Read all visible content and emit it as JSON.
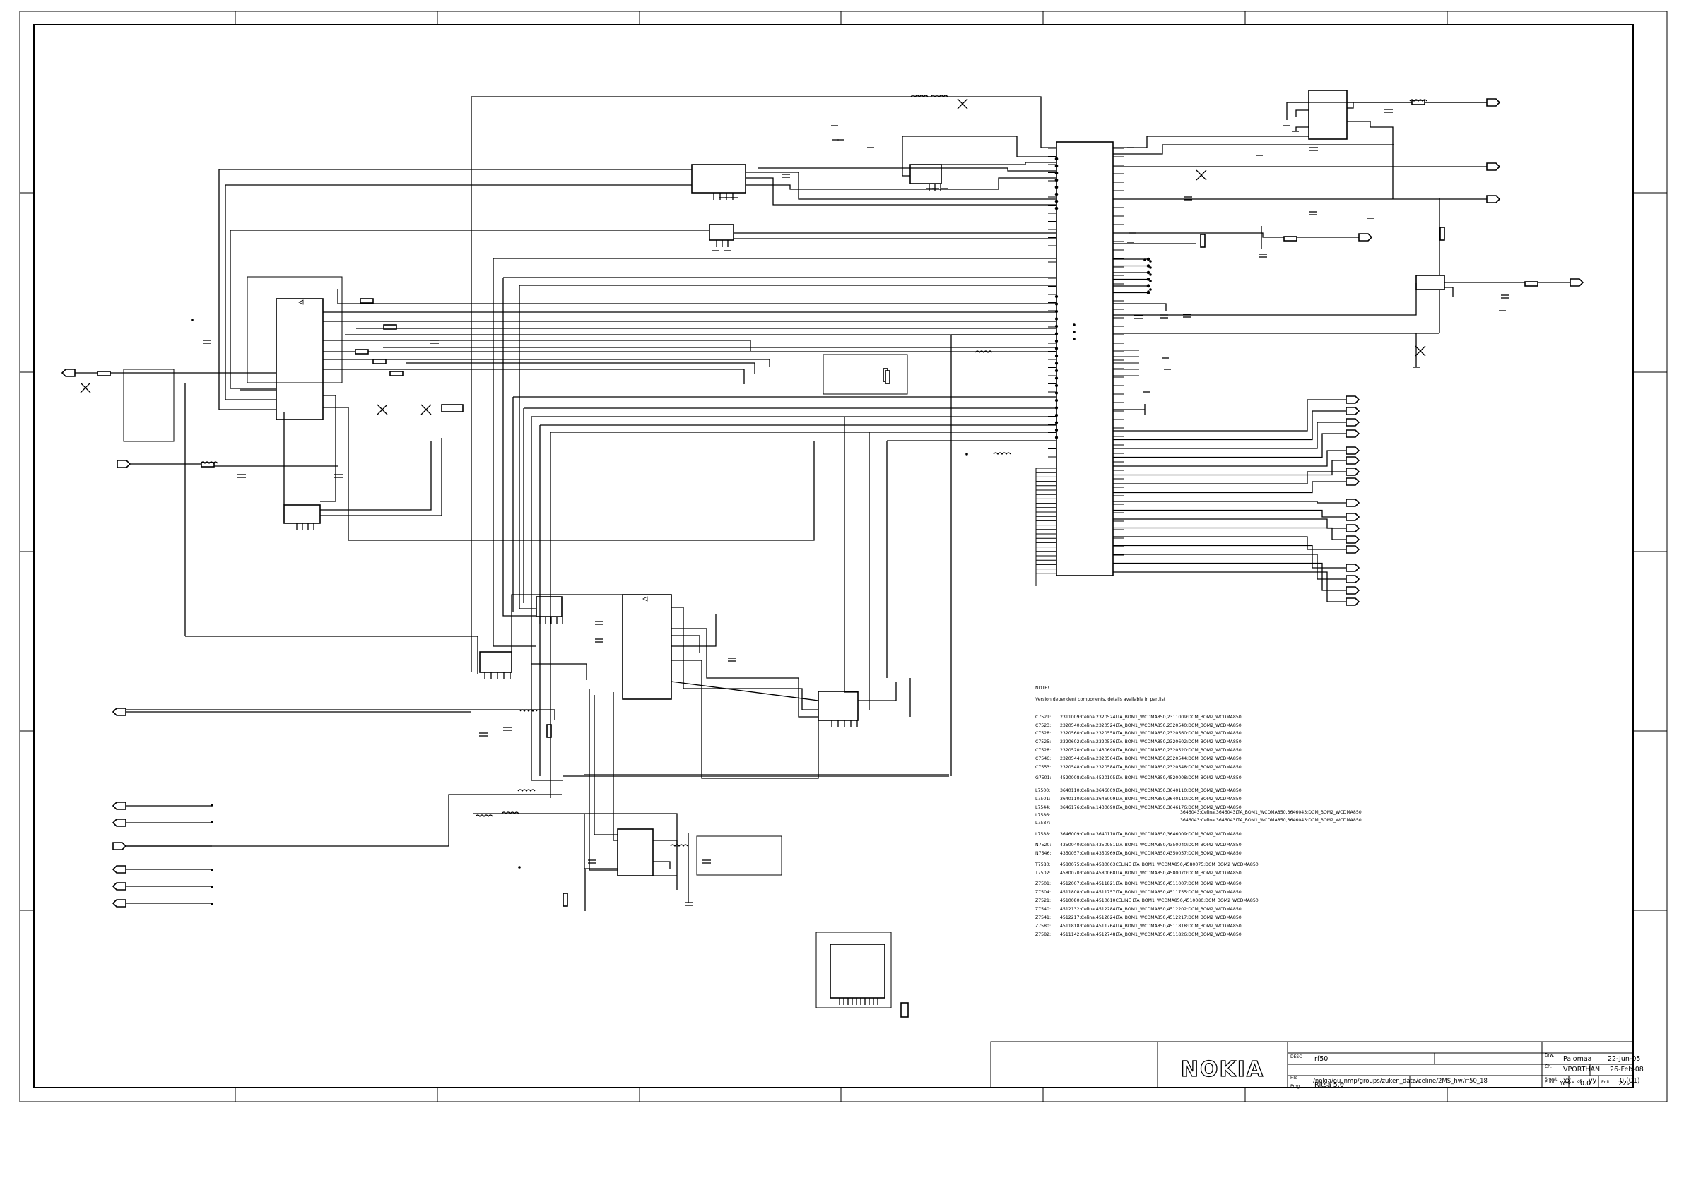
{
  "notes": {
    "heading": "NOTE!",
    "subheading": "Version dependent components, details available in partlist",
    "rows": [
      {
        "ref": "C7521:",
        "text": "2311009:Celina,2320524LTA_BOM1_WCDMA850,2311009:DCM_BOM2_WCDMA850"
      },
      {
        "ref": "C7523:",
        "text": "2320540:Celina,2320524LTA_BOM1_WCDMA850,2320540:DCM_BOM2_WCDMA850"
      },
      {
        "ref": "C7528:",
        "text": "2320560:Celina,2320558LTA_BOM1_WCDMA850,2320560:DCM_BOM2_WCDMA850"
      },
      {
        "ref": "C7525:",
        "text": "2320602:Celina,2320536LTA_BOM1_WCDMA850,2320602:DCM_BOM2_WCDMA850"
      },
      {
        "ref": "C7528:",
        "text": "2320520:Celina,1430690LTA_BOM1_WCDMA850,2320520:DCM_BOM2_WCDMA850"
      },
      {
        "ref": "C7546:",
        "text": "2320544:Celina,2320564LTA_BOM1_WCDMA850,2320544:DCM_BOM2_WCDMA850"
      },
      {
        "ref": "C7553:",
        "text": "2320548:Celina,2320584LTA_BOM1_WCDMA850,2320548:DCM_BOM2_WCDMA850"
      },
      {
        "ref": "G7501:",
        "text": "4520008:Celina,4520105LTA_BOM1_WCDMA850,4520008:DCM_BOM2_WCDMA850"
      },
      {
        "ref": "L7500:",
        "text": "3640110:Celina,3646009LTA_BOM1_WCDMA850,3640110:DCM_BOM2_WCDMA850"
      },
      {
        "ref": "L7501:",
        "text": "3640110:Celina,3646009LTA_BOM1_WCDMA850,3640110:DCM_BOM2_WCDMA850"
      },
      {
        "ref": "L7544:",
        "text": "3646176:Celina,1430690LTA_BOM1_WCDMA850,3646176:DCM_BOM2_WCDMA850"
      },
      {
        "ref": "L7586:",
        "text": "",
        "extra": "3646043:Celina,3646043LTA_BOM1_WCDMA850,3646043:DCM_BOM2_WCDMA850"
      },
      {
        "ref": "L7587:",
        "text": "",
        "extra": "3646043:Celina,3646043LTA_BOM1_WCDMA850,3646043:DCM_BOM2_WCDMA850"
      },
      {
        "ref": "L7588:",
        "text": "3646009:Celina,3640110LTA_BOM1_WCDMA850,3646009:DCM_BOM2_WCDMA850"
      },
      {
        "ref": "N7520:",
        "text": "4350040:Celina,4350951LTA_BOM1_WCDMA850,4350040:DCM_BOM2_WCDMA850"
      },
      {
        "ref": "N7546:",
        "text": "4350057:Celina,4350969LTA_BOM1_WCDMA850,4350057:DCM_BOM2_WCDMA850"
      },
      {
        "ref": "T7580:",
        "text": "4580075:Celina,4580063CELINE LTA_BOM1_WCDMA850,4580075:DCM_BOM2_WCDMA850"
      },
      {
        "ref": "T7502:",
        "text": "4580070:Celina,4580068LTA_BOM1_WCDMA850,4580070:DCM_BOM2_WCDMA850"
      },
      {
        "ref": "Z7501:",
        "text": "4512007:Celina,4511821LTA_BOM1_WCDMA850,4511007:DCM_BOM2_WCDMA850"
      },
      {
        "ref": "Z7504:",
        "text": "4511808:Celina,4511757LTA_BOM1_WCDMA850,4511755:DCM_BOM2_WCDMA850"
      },
      {
        "ref": "Z7521:",
        "text": "4510080:Celina,4510610CELINE LTA_BOM1_WCDMA850,4510080:DCM_BOM2_WCDMA850"
      },
      {
        "ref": "Z7540:",
        "text": "4512132:Celina,4512284LTA_BOM1_WCDMA850,4512202:DCM_BOM2_WCDMA850"
      },
      {
        "ref": "Z7541:",
        "text": "4512217:Celina,4512024LTA_BOM1_WCDMA850,4512217:DCM_BOM2_WCDMA850"
      },
      {
        "ref": "Z7580:",
        "text": "4511818:Celina,4511764LTA_BOM1_WCDMA850,4511818:DCM_BOM2_WCDMA850"
      },
      {
        "ref": "Z7582:",
        "text": "4511142:Celina,4512748LTA_BOM1_WCDMA850,4511826:DCM_BOM2_WCDMA850"
      }
    ]
  },
  "title_block": {
    "logo": "NOKIA",
    "desc_label": "DESC",
    "desc_value": "rf50",
    "drawn_label": "Drw.",
    "drawn_name": "Palomaa",
    "drawn_date": "22-Jun-05",
    "checked_label": "Ch.",
    "checked_name": "VPORTHAN",
    "checked_date": "26-Feb-08",
    "file_label": "File",
    "file_path": "/nokia/ou_nmp/groups/zuken_data/celine/2MS_hw/rf50_18",
    "sheet_label": "Sheet",
    "sheet_xx": "xx",
    "sheet_of": "of",
    "sheet_yy": "yy",
    "sheet_count": "0 (01)",
    "prog_label": "Prog",
    "prog_value": "Ritsa 5.0",
    "doc_label": "Doc",
    "print_label": "Print",
    "print_value": "Yes",
    "version_label": "V",
    "version_value": "0.0",
    "edit_label": "Edit",
    "edit_value": "222"
  },
  "colors": {
    "ink": "#000000",
    "paper": "#ffffff"
  }
}
